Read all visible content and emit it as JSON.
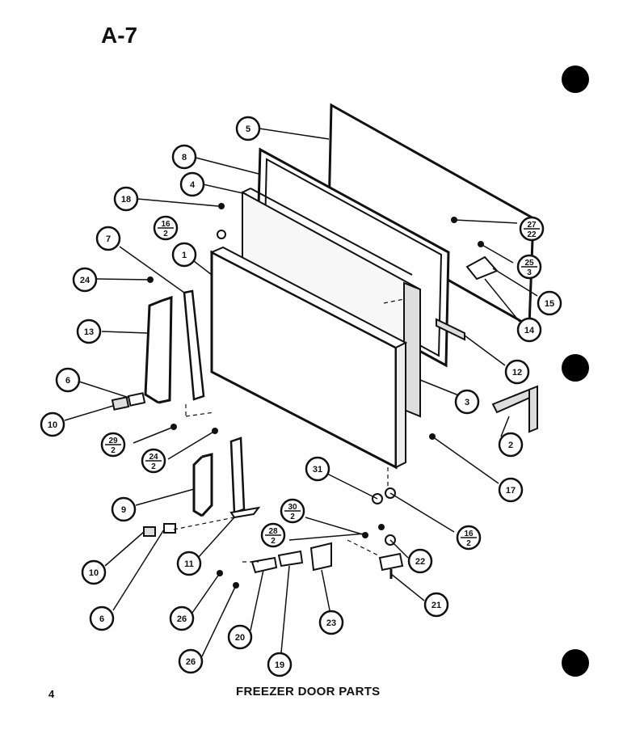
{
  "header": {
    "page_code": "A-7"
  },
  "footer": {
    "page_number": "4",
    "caption": "FREEZER DOOR PARTS"
  },
  "parts": [
    {
      "id": "c5",
      "type": "single",
      "label": "5"
    },
    {
      "id": "c8",
      "type": "single",
      "label": "8"
    },
    {
      "id": "c4",
      "type": "single",
      "label": "4"
    },
    {
      "id": "c18",
      "type": "single",
      "label": "18"
    },
    {
      "id": "c16a",
      "type": "fraction",
      "num": "16",
      "den": "2"
    },
    {
      "id": "c7",
      "type": "single",
      "label": "7"
    },
    {
      "id": "c1",
      "type": "single",
      "label": "1"
    },
    {
      "id": "c24a",
      "type": "single",
      "label": "24"
    },
    {
      "id": "c13",
      "type": "single",
      "label": "13"
    },
    {
      "id": "c6a",
      "type": "single",
      "label": "6"
    },
    {
      "id": "c10a",
      "type": "single",
      "label": "10"
    },
    {
      "id": "c29",
      "type": "fraction",
      "num": "29",
      "den": "2"
    },
    {
      "id": "c24b",
      "type": "fraction",
      "num": "24",
      "den": "2"
    },
    {
      "id": "c27",
      "type": "fraction",
      "num": "27",
      "den": "22"
    },
    {
      "id": "c25",
      "type": "fraction",
      "num": "25",
      "den": "3"
    },
    {
      "id": "c15",
      "type": "single",
      "label": "15"
    },
    {
      "id": "c14",
      "type": "single",
      "label": "14"
    },
    {
      "id": "c12",
      "type": "single",
      "label": "12"
    },
    {
      "id": "c3",
      "type": "single",
      "label": "3"
    },
    {
      "id": "c2",
      "type": "single",
      "label": "2"
    },
    {
      "id": "c17",
      "type": "single",
      "label": "17"
    },
    {
      "id": "c31",
      "type": "single",
      "label": "31"
    },
    {
      "id": "c16b",
      "type": "fraction",
      "num": "16",
      "den": "2"
    },
    {
      "id": "c30",
      "type": "fraction",
      "num": "30",
      "den": "2"
    },
    {
      "id": "c28",
      "type": "fraction",
      "num": "28",
      "den": "2"
    },
    {
      "id": "c22",
      "type": "single",
      "label": "22"
    },
    {
      "id": "c21",
      "type": "single",
      "label": "21"
    },
    {
      "id": "c9",
      "type": "single",
      "label": "9"
    },
    {
      "id": "c11",
      "type": "single",
      "label": "11"
    },
    {
      "id": "c10b",
      "type": "single",
      "label": "10"
    },
    {
      "id": "c6b",
      "type": "single",
      "label": "6"
    },
    {
      "id": "c26a",
      "type": "single",
      "label": "26"
    },
    {
      "id": "c26b",
      "type": "single",
      "label": "26"
    },
    {
      "id": "c20",
      "type": "single",
      "label": "20"
    },
    {
      "id": "c19",
      "type": "single",
      "label": "19"
    },
    {
      "id": "c23",
      "type": "single",
      "label": "23"
    }
  ]
}
